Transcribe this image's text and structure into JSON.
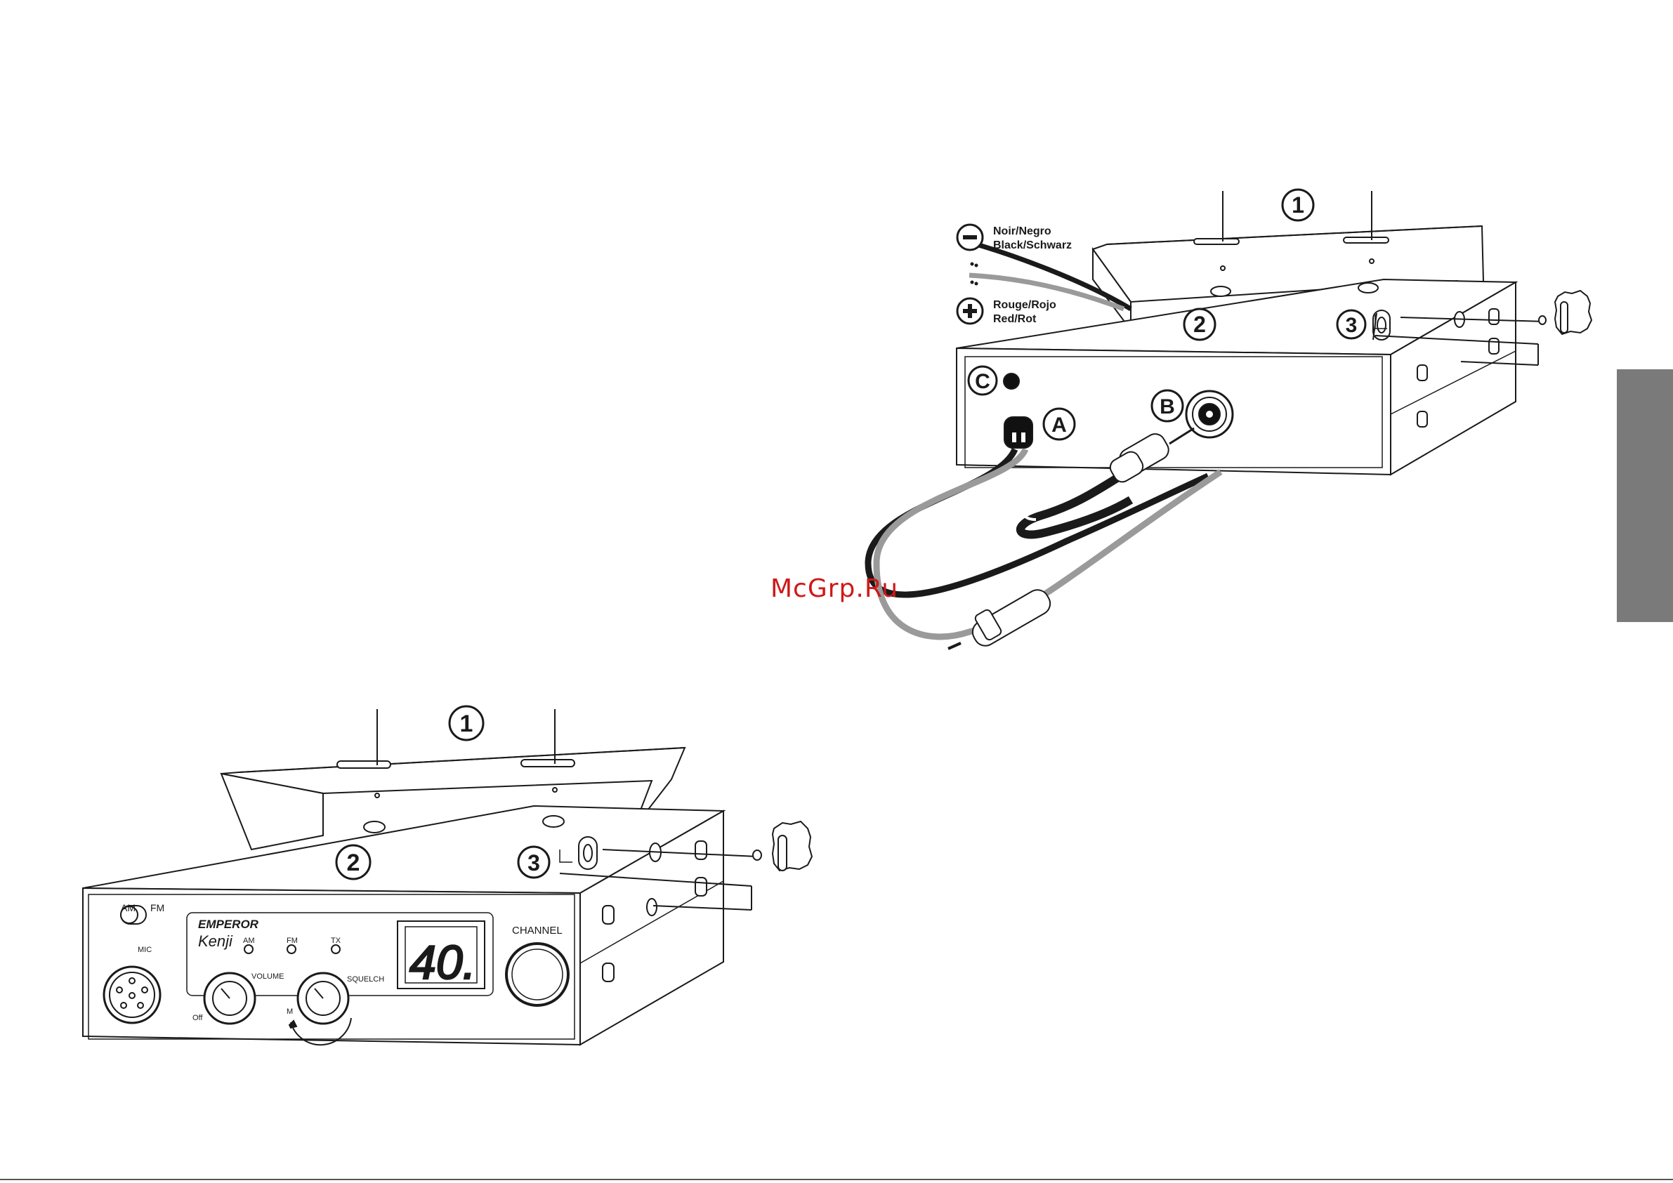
{
  "callouts": {
    "bracket": "1",
    "radio_body": "2",
    "knob_assembly": "3",
    "power_connector": "A",
    "antenna_connector": "B",
    "speaker_jack": "C"
  },
  "wire_labels": {
    "negative_line1": "Noir/Negro",
    "negative_line2": "Black/Schwarz",
    "positive_line1": "Rouge/Rojo",
    "positive_line2": "Red/Rot",
    "negative_symbol": "−",
    "positive_symbol": "+"
  },
  "front_panel": {
    "brand": "EMPEROR",
    "model": "Kenji",
    "switch_left": "AM",
    "switch_right": "FM",
    "mic_label": "MIC",
    "led_am": "AM",
    "led_fm": "FM",
    "led_tx": "TX",
    "volume_label": "VOLUME",
    "off_label": "Off",
    "squelch_label": "SQUELCH",
    "squelch_m": "M",
    "channel_label": "CHANNEL",
    "display_value": "40."
  },
  "watermark": "McGrp.Ru",
  "colors": {
    "line": "#1a1a1a",
    "cable_grey": "#9a9a9a",
    "tab": "#7a7a7a",
    "watermark": "#d01818"
  }
}
